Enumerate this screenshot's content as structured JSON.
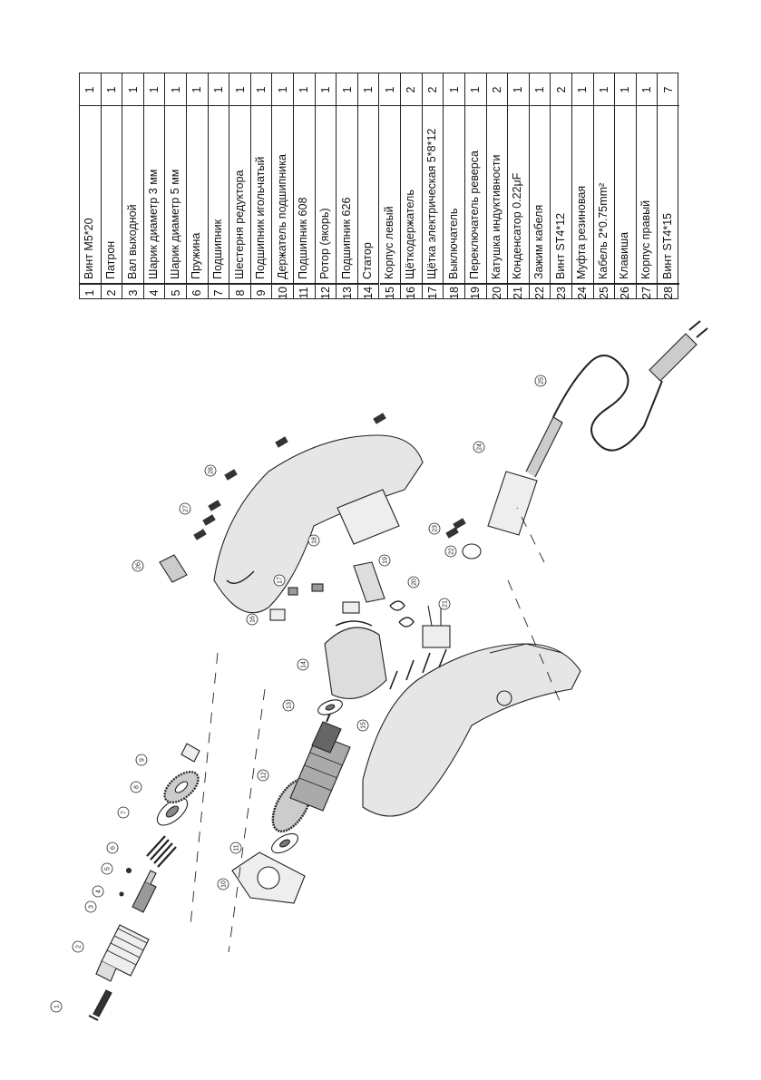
{
  "parts": [
    {
      "num": "1",
      "name": "Винт M5*20",
      "qty": "1"
    },
    {
      "num": "2",
      "name": "Патрон",
      "qty": "1"
    },
    {
      "num": "3",
      "name": "Вал выходной",
      "qty": "1"
    },
    {
      "num": "4",
      "name": "Шарик диаметр 3 мм",
      "qty": "1"
    },
    {
      "num": "5",
      "name": "Шарик диаметр 5 мм",
      "qty": "1"
    },
    {
      "num": "6",
      "name": "Пружина",
      "qty": "1"
    },
    {
      "num": "7",
      "name": "Подшипник",
      "qty": "1"
    },
    {
      "num": "8",
      "name": "Шестерня редуктора",
      "qty": "1"
    },
    {
      "num": "9",
      "name": "Подшипник игольчатый",
      "qty": "1"
    },
    {
      "num": "10",
      "name": "Держатель подшипника",
      "qty": "1"
    },
    {
      "num": "11",
      "name": "Подшипник 608",
      "qty": "1"
    },
    {
      "num": "12",
      "name": "Ротор (якорь)",
      "qty": "1"
    },
    {
      "num": "13",
      "name": "Подшипник 626",
      "qty": "1"
    },
    {
      "num": "14",
      "name": "Статор",
      "qty": "1"
    },
    {
      "num": "15",
      "name": "Корпус левый",
      "qty": "1"
    },
    {
      "num": "16",
      "name": "Щёткодержатель",
      "qty": "2"
    },
    {
      "num": "17",
      "name": "Щётка электрическая 5*8*12",
      "qty": "2"
    },
    {
      "num": "18",
      "name": "Выключатель",
      "qty": "1"
    },
    {
      "num": "19",
      "name": "Переключатель реверса",
      "qty": "1"
    },
    {
      "num": "20",
      "name": "Катушка индуктивности",
      "qty": "2"
    },
    {
      "num": "21",
      "name": "Конденсатор 0.22μF",
      "qty": "1"
    },
    {
      "num": "22",
      "name": "Зажим кабеля",
      "qty": "1"
    },
    {
      "num": "23",
      "name": "Винт ST4*12",
      "qty": "2"
    },
    {
      "num": "24",
      "name": "Муфта резиновая",
      "qty": "1"
    },
    {
      "num": "25",
      "name": "Кабель 2*0.75mm²",
      "qty": "1"
    },
    {
      "num": "26",
      "name": "Клавиша",
      "qty": "1"
    },
    {
      "num": "27",
      "name": "Корпус правый",
      "qty": "1"
    },
    {
      "num": "28",
      "name": "Винт ST4*15",
      "qty": "7"
    }
  ],
  "callouts": [
    "1",
    "2",
    "3",
    "4",
    "5",
    "6",
    "7",
    "8",
    "9",
    "10",
    "11",
    "12",
    "13",
    "14",
    "15",
    "16",
    "17",
    "18",
    "19",
    "20",
    "21",
    "22",
    "23",
    "24",
    "25",
    "26",
    "27",
    "28"
  ]
}
